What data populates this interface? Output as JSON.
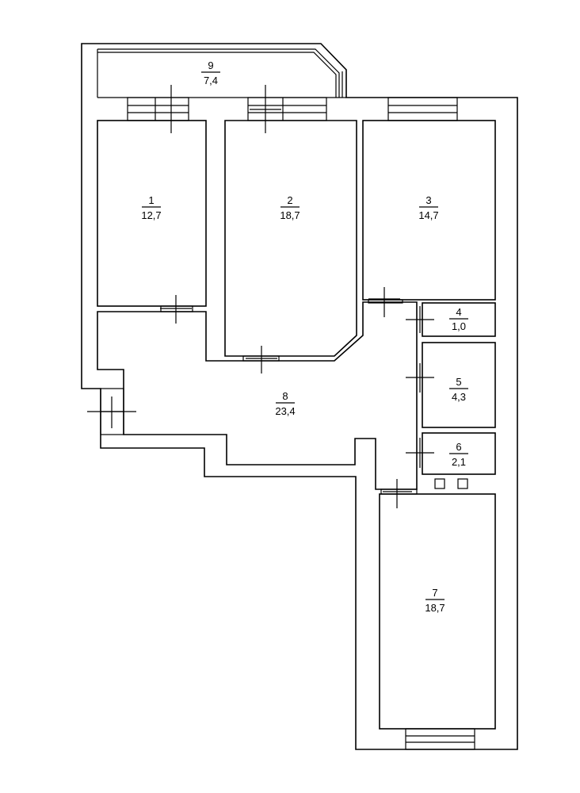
{
  "rooms": [
    {
      "id": "1",
      "number": "1",
      "area": "12,7"
    },
    {
      "id": "2",
      "number": "2",
      "area": "18,7"
    },
    {
      "id": "3",
      "number": "3",
      "area": "14,7"
    },
    {
      "id": "4",
      "number": "4",
      "area": "1,0"
    },
    {
      "id": "5",
      "number": "5",
      "area": "4,3"
    },
    {
      "id": "6",
      "number": "6",
      "area": "2,1"
    },
    {
      "id": "7",
      "number": "7",
      "area": "18,7"
    },
    {
      "id": "8",
      "number": "8",
      "area": "23,4"
    },
    {
      "id": "9",
      "number": "9",
      "area": "7,4"
    }
  ]
}
